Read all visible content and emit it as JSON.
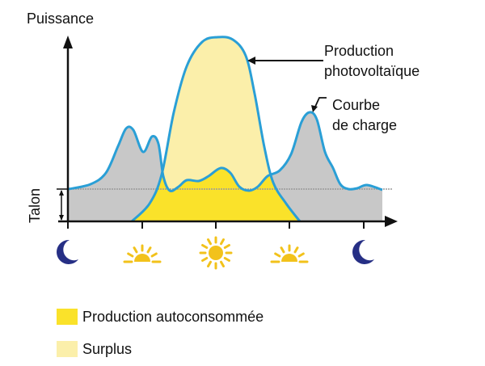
{
  "y_axis_label": "Puissance",
  "baseline_label": "Talon",
  "annotations": {
    "pv_line1": "Production",
    "pv_line2": "photovoltaïque",
    "load_line1": "Courbe",
    "load_line2": "de charge"
  },
  "time_icons": [
    "moon-icon",
    "sunrise-icon",
    "sun-icon",
    "sunset-icon",
    "moon-icon"
  ],
  "legend": [
    {
      "label": "Production autoconsommée",
      "color": "#fae22a"
    },
    {
      "label": "Surplus",
      "color": "#fbefaa"
    }
  ],
  "colors": {
    "curve": "#2a9fd6",
    "load_fill": "#c8c8c8",
    "sun": "#f2c21b",
    "moon": "#262f85",
    "axis": "#111111"
  }
}
